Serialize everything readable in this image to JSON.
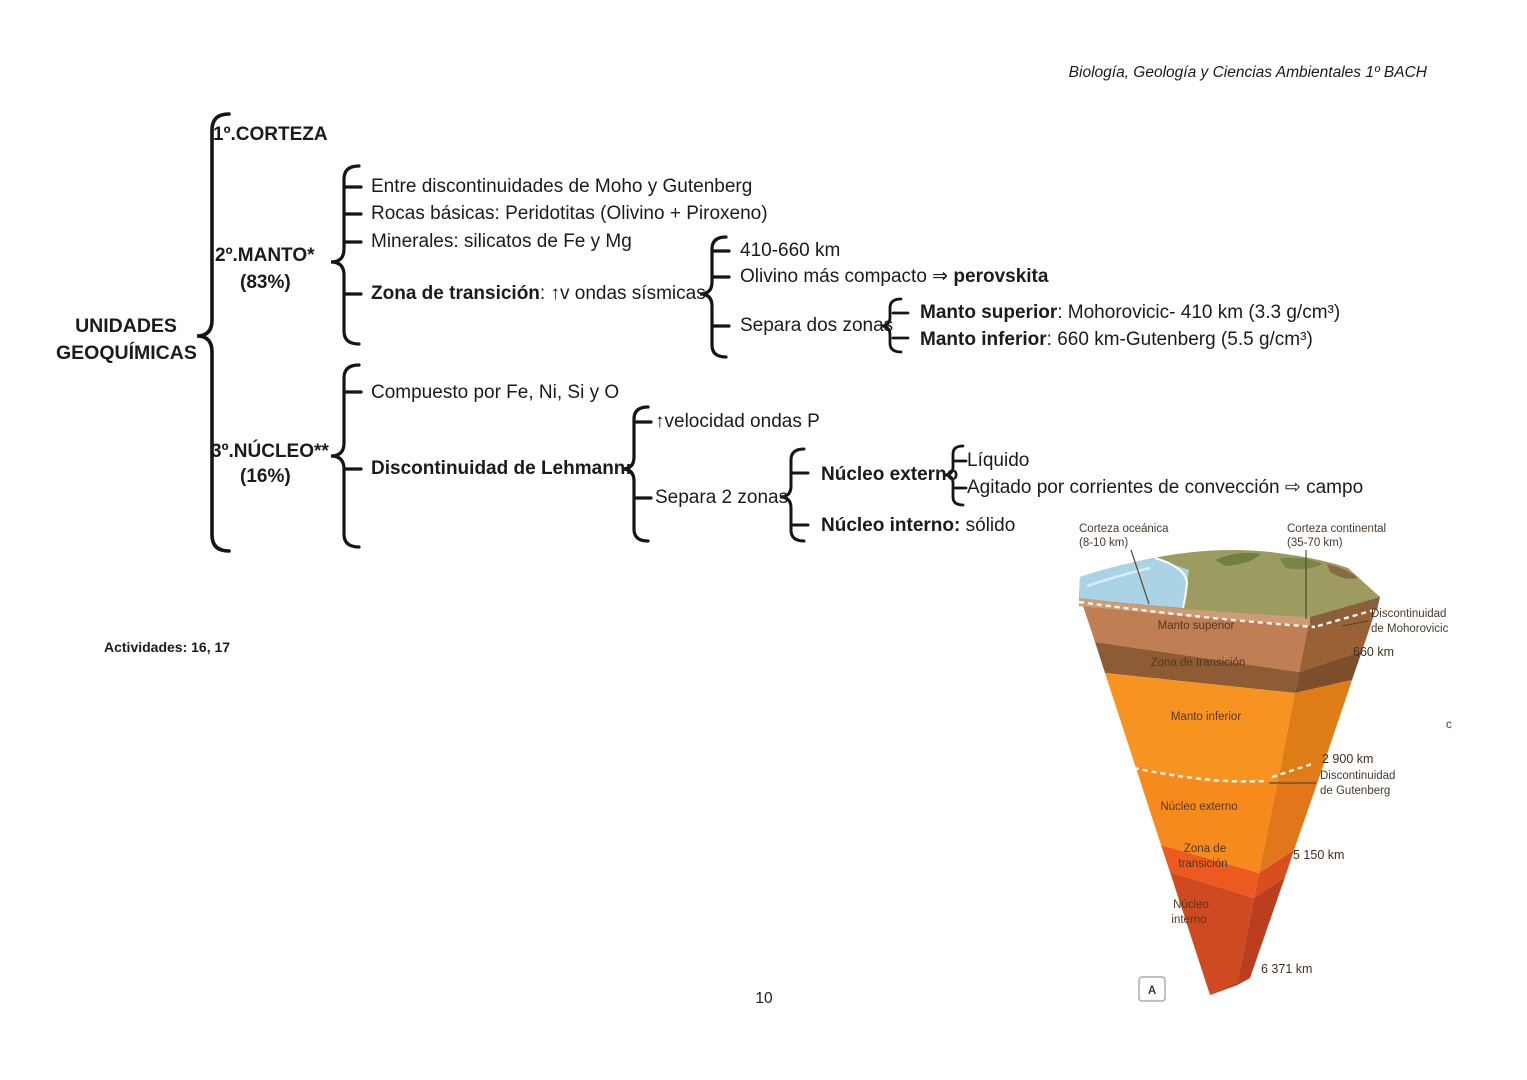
{
  "header": {
    "course": "Biología, Geología y Ciencias Ambientales 1º BACH"
  },
  "page": {
    "activities": "Actividades: 16, 17",
    "number": "10"
  },
  "map": {
    "root": {
      "line1": "UNIDADES",
      "line2": "GEOQUÍMICAS"
    },
    "corteza": {
      "label": "1º.CORTEZA"
    },
    "manto": {
      "label": "2º.MANTO*",
      "pct": "(83%)"
    },
    "nucleo": {
      "label": "3º.NÚCLEO**",
      "pct": "(16%)"
    },
    "manto_items": {
      "i1": "Entre discontinuidades de Moho y Gutenberg",
      "i2": "Rocas básicas: Peridotitas (Olivino + Piroxeno)",
      "i3": "Minerales: silicatos de Fe y Mg",
      "i4_bold": "Zona de transición",
      "i4_rest": ": ↑v ondas sísmicas"
    },
    "zona_items": {
      "i1": "410-660 km",
      "i2_pre": "Olivino más compacto ⇒ ",
      "i2_bold": "perovskita",
      "i3": "Separa dos zonas"
    },
    "separa_dos_items": {
      "i1_bold": "Manto superior",
      "i1_rest": ": Mohorovicic- 410 km (3.3 g/cm³)",
      "i2_bold": "Manto inferior",
      "i2_rest": ": 660 km-Gutenberg (5.5 g/cm³)"
    },
    "nucleo_items": {
      "i1": "Compuesto por Fe, Ni, Si y O",
      "i2_bold": "Discontinuidad de Lehmann:"
    },
    "lehmann_items": {
      "i1": "↑velocidad ondas P",
      "i2": "Separa 2 zonas"
    },
    "separa2_items": {
      "i1_bold": "Núcleo externo",
      "i2_bold": "Núcleo interno:",
      "i2_rest": " sólido"
    },
    "externo_items": {
      "i1": "Líquido",
      "i2": "Agitado por corrientes de convección ⇨ campo"
    }
  },
  "diagram": {
    "labels": {
      "corteza_oceanica1": "Corteza oceánica",
      "corteza_oceanica2": "(8-10 km)",
      "corteza_continental1": "Corteza continental",
      "corteza_continental2": "(35-70 km)",
      "moho1": "Discontinuidad",
      "moho2": "de Mohorovicic",
      "km660": "660 km",
      "manto_superior": "Manto superior",
      "zona_transicion": "Zona de transición",
      "manto_inferior": "Manto inferior",
      "km2900": "2 900 km",
      "gutenberg1": "Discontinuidad",
      "gutenberg2": "de Gutenberg",
      "nucleo_externo": "Núcleo externo",
      "zona_de": "Zona de",
      "transicion2": "transición",
      "km5150": "5 150 km",
      "nucleo1": "Núcleo",
      "nucleo2": "interno",
      "km6371": "6 371 km",
      "panel": "A",
      "corner": "c"
    },
    "colors": {
      "ocean": "#aad3e5",
      "land": "#9c9c60",
      "land_dark": "#6d8040",
      "land_dark2": "#77854a",
      "land_brown": "#8a6a44",
      "crust_band": "#cf9b74",
      "crust_side": "#8b5f3c",
      "manto_superior": "#bf7e53",
      "manto_superior_side": "#9a6136",
      "zona_transicion": "#8d5c35",
      "zona_transicion_side": "#7c4e2c",
      "manto_inferior": "#f79421",
      "manto_inferior_side": "#de7d15",
      "nucleo_externo": "#f68a1c",
      "nucleo_externo_side": "#e2761a",
      "zona_transicion2": "#ec5a1f",
      "zona_transicion2_side": "#d84e1c",
      "nucleo_interno": "#d04a21",
      "nucleo_interno_side": "#bb3f1e",
      "tip": "#a63716"
    }
  }
}
